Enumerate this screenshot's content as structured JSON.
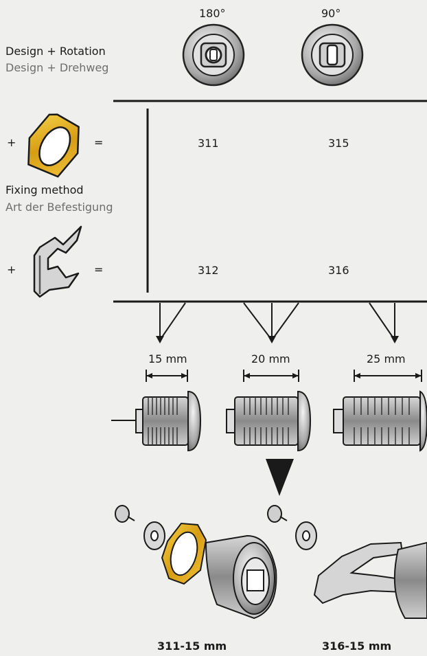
{
  "header": {
    "rotation_180": "180°",
    "rotation_90": "90°",
    "design_label_en": "Design + Rotation",
    "design_label_de": "Design + Drehweg"
  },
  "fixing": {
    "label_en": "Fixing method",
    "label_de": "Art der Befestigung",
    "plus": "+",
    "equals": "="
  },
  "matrix": {
    "nut_180": "311",
    "nut_90": "315",
    "clip_180": "312",
    "clip_90": "316"
  },
  "lengths": [
    "15 mm",
    "20 mm",
    "25 mm"
  ],
  "examples": {
    "left": "311-15 mm",
    "right": "316-15 mm"
  }
}
